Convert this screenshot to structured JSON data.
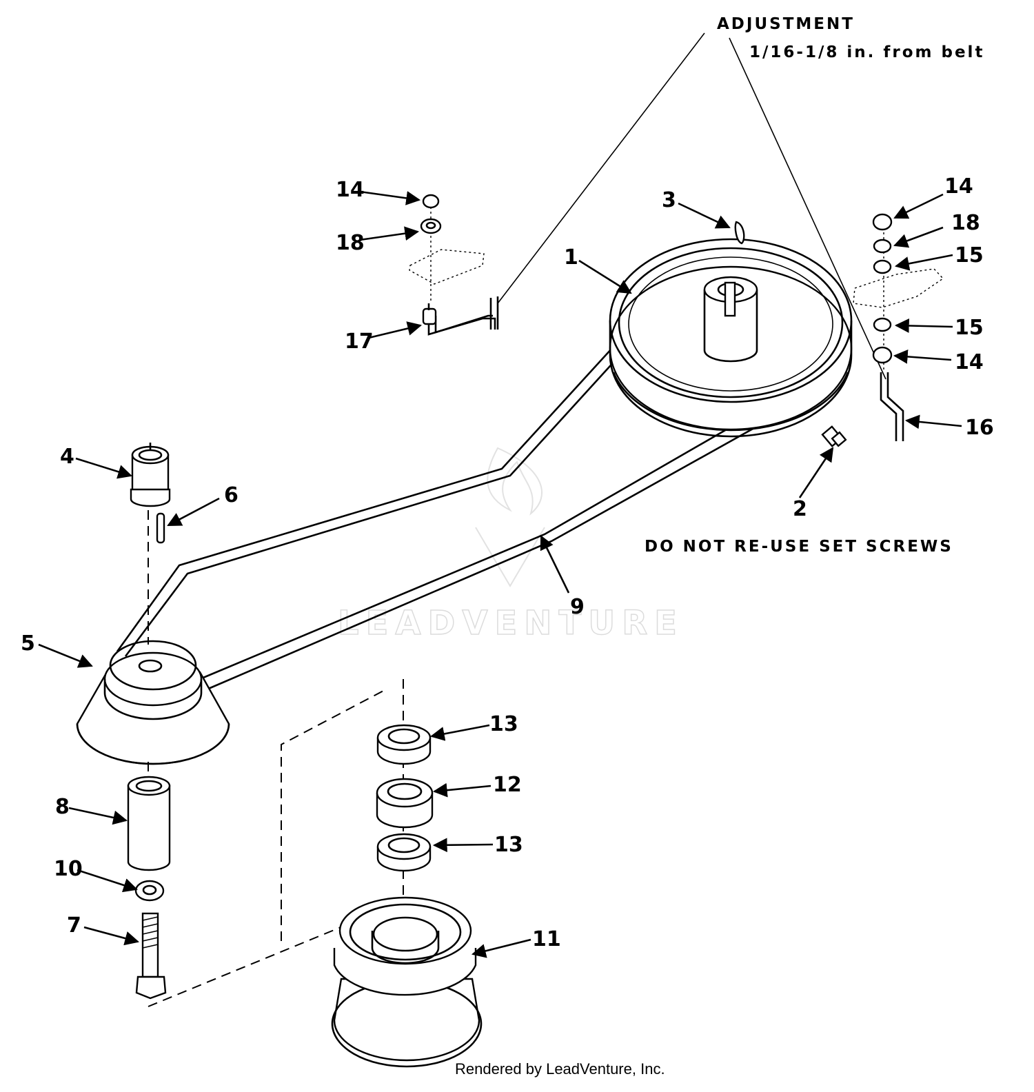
{
  "notes": {
    "adjustment": "ADJUSTMENT",
    "adjustment_detail": "1/16-1/8 in. from belt",
    "set_screws": "DO NOT RE-USE SET SCREWS"
  },
  "watermark": "LEADVENTURE",
  "footer": "Rendered by LeadVenture, Inc.",
  "callouts": [
    {
      "id": "c1",
      "label": "1"
    },
    {
      "id": "c2",
      "label": "2"
    },
    {
      "id": "c3",
      "label": "3"
    },
    {
      "id": "c4",
      "label": "4"
    },
    {
      "id": "c5",
      "label": "5"
    },
    {
      "id": "c6",
      "label": "6"
    },
    {
      "id": "c7",
      "label": "7"
    },
    {
      "id": "c8",
      "label": "8"
    },
    {
      "id": "c9",
      "label": "9"
    },
    {
      "id": "c10",
      "label": "10"
    },
    {
      "id": "c11",
      "label": "11"
    },
    {
      "id": "c12",
      "label": "12"
    },
    {
      "id": "c13a",
      "label": "13"
    },
    {
      "id": "c13b",
      "label": "13"
    },
    {
      "id": "c14a",
      "label": "14"
    },
    {
      "id": "c14b",
      "label": "14"
    },
    {
      "id": "c14c",
      "label": "14"
    },
    {
      "id": "c15a",
      "label": "15"
    },
    {
      "id": "c15b",
      "label": "15"
    },
    {
      "id": "c16",
      "label": "16"
    },
    {
      "id": "c17",
      "label": "17"
    },
    {
      "id": "c18a",
      "label": "18"
    },
    {
      "id": "c18b",
      "label": "18"
    }
  ]
}
